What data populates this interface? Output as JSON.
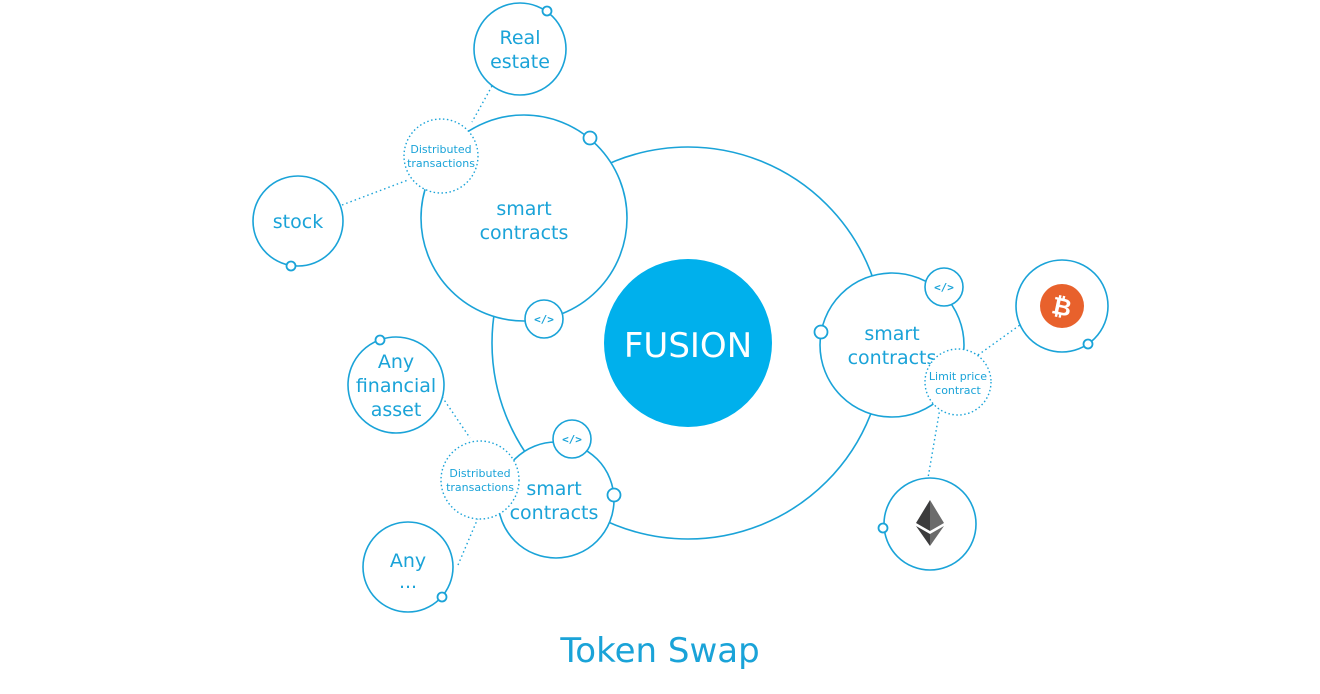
{
  "center": {
    "label": "FUSION"
  },
  "title": "Token Swap",
  "nodes": {
    "real_estate": [
      "Real",
      "estate"
    ],
    "stock": [
      "stock"
    ],
    "any_financial_asset": [
      "Any",
      "financial",
      "asset"
    ],
    "any_other": [
      "Any",
      "..."
    ],
    "bitcoin": {
      "icon": "bitcoin-icon"
    },
    "ethereum": {
      "icon": "ethereum-icon"
    }
  },
  "smart_contracts": {
    "top": [
      "smart",
      "contracts"
    ],
    "right": [
      "smart",
      "contracts"
    ],
    "bottom": [
      "smart",
      "contracts"
    ]
  },
  "hubs": {
    "distributed_top": [
      "Distributed",
      "transactions"
    ],
    "distributed_bottom": [
      "Distributed",
      "transactions"
    ],
    "limit_price": [
      "Limit price",
      "contract"
    ]
  },
  "code_badge": "</>",
  "colors": {
    "accent": "#1aa3d8",
    "center_fill": "#00b0ec",
    "bitcoin": "#e8612c",
    "ethereum": "#3c3c3d"
  }
}
